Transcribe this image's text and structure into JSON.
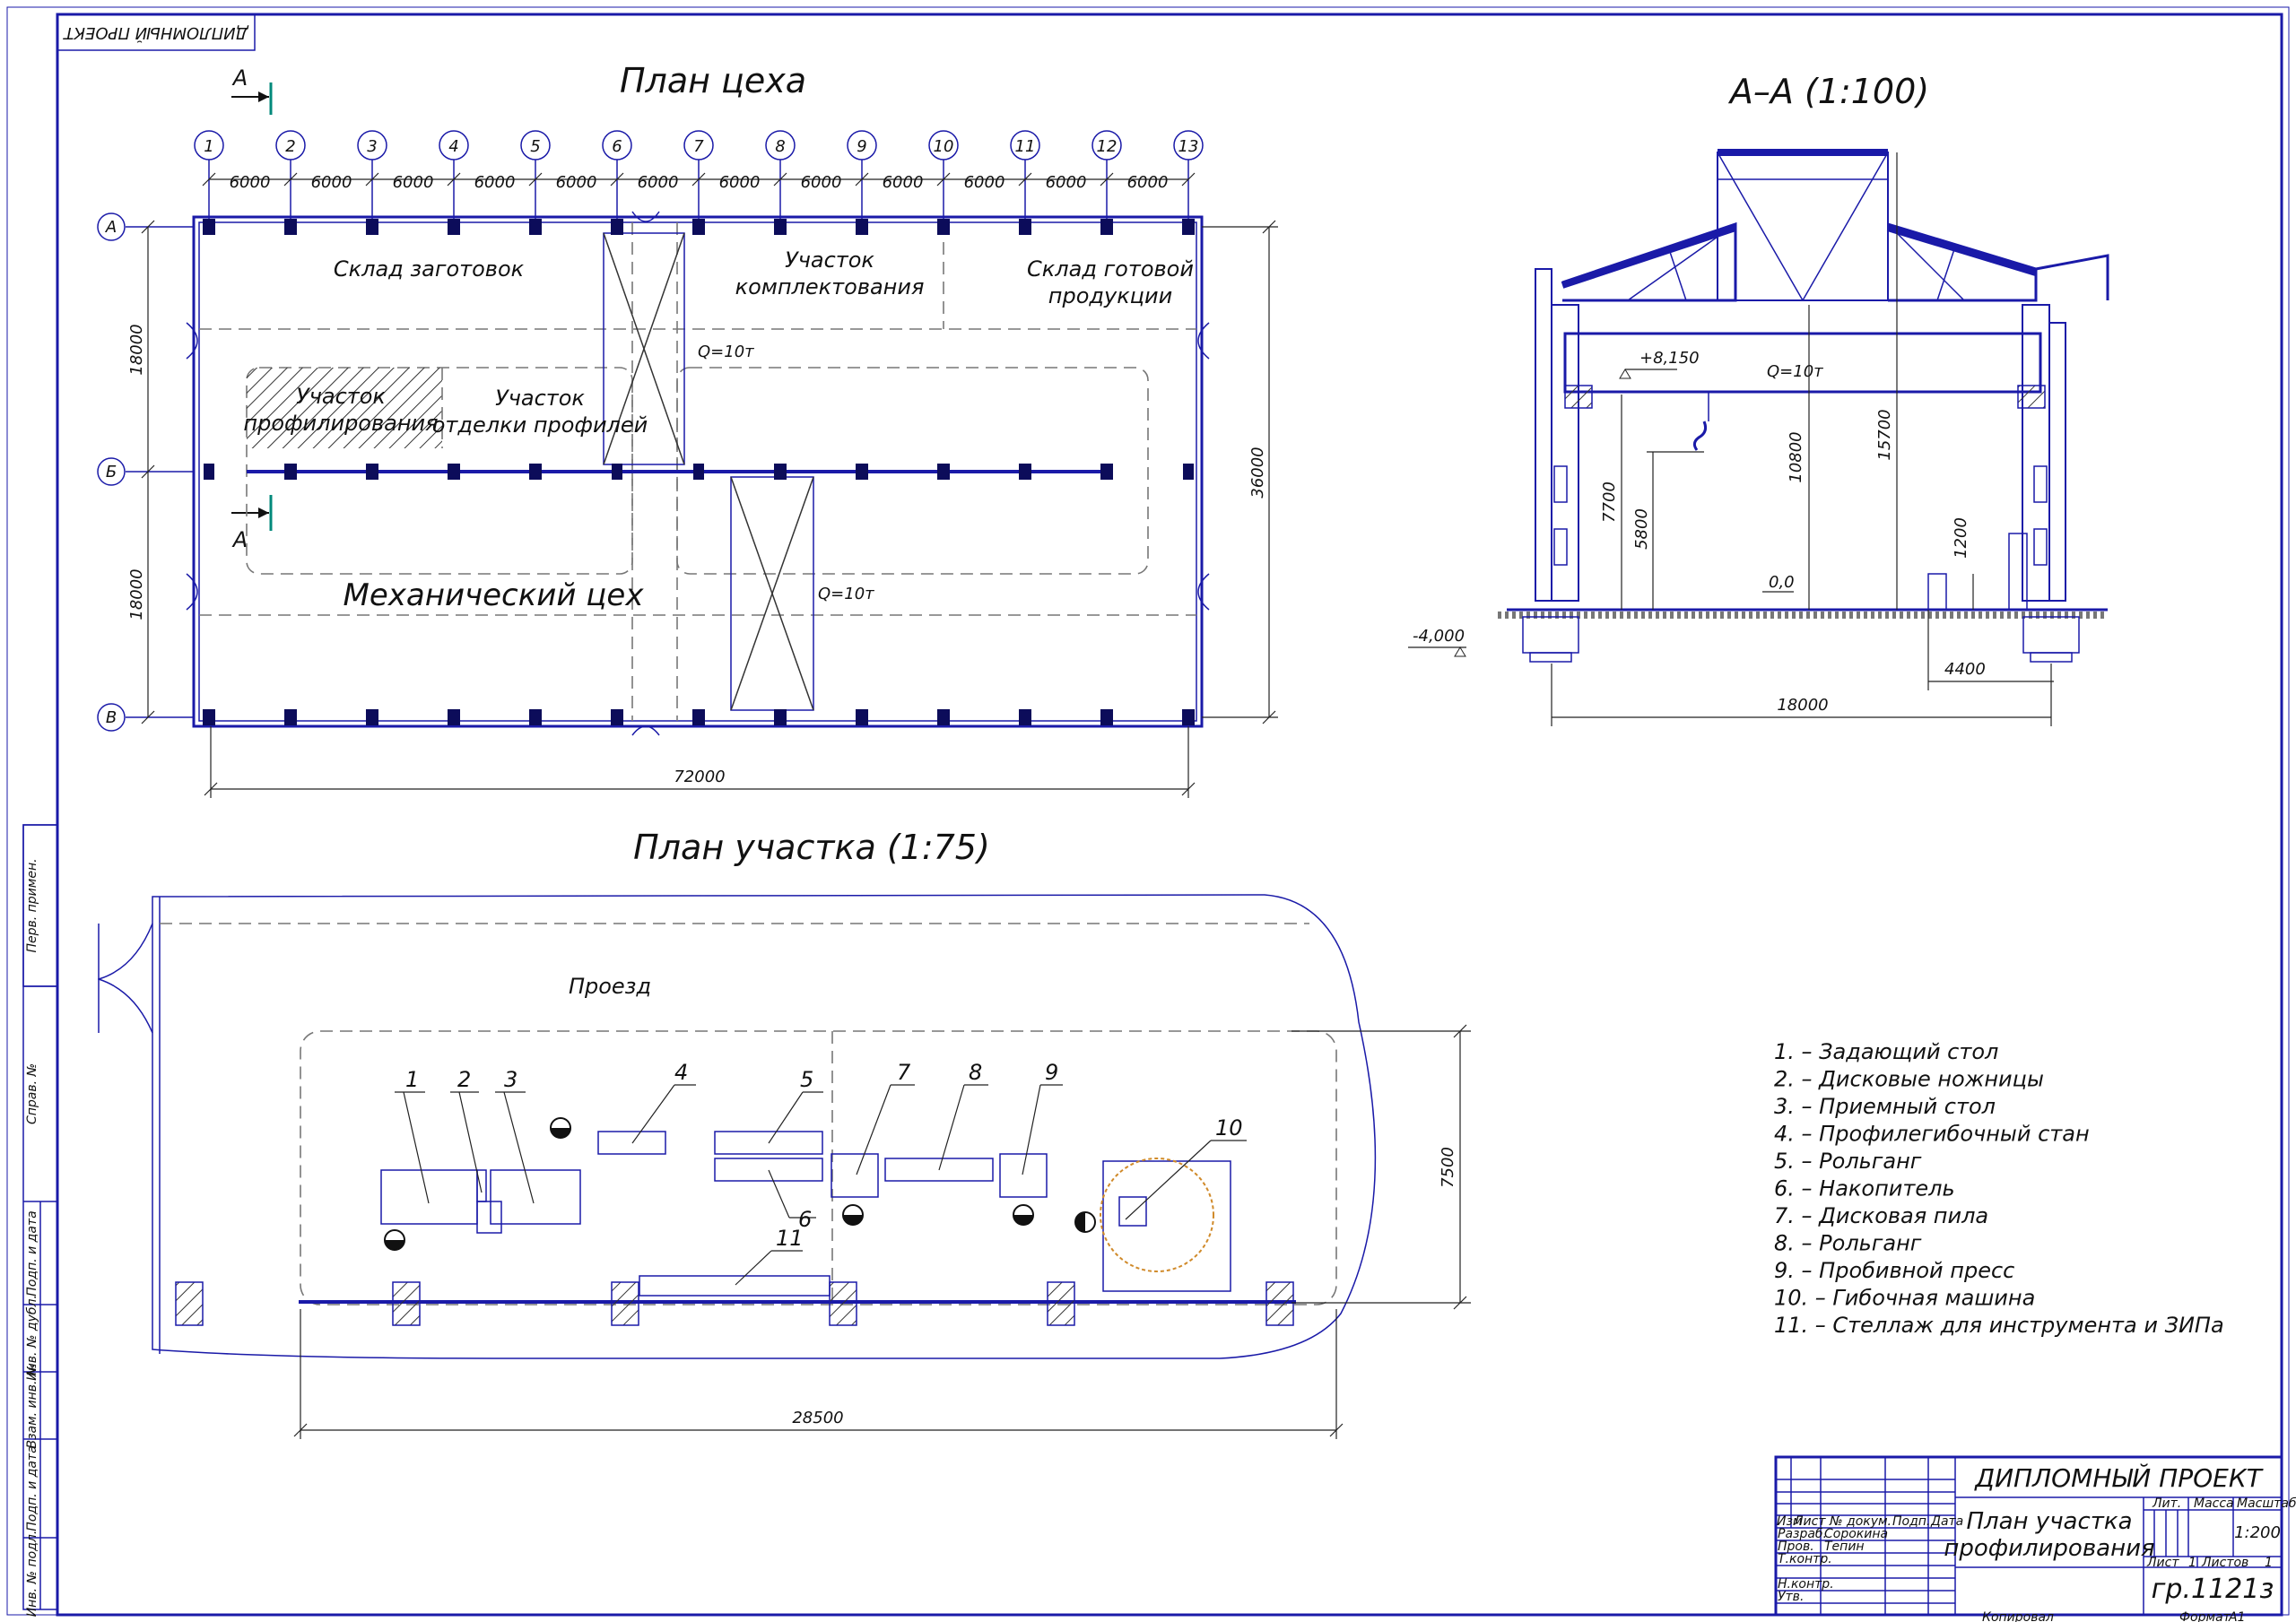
{
  "stamp_corner": "ДИПЛОМНЫЙ ПРОЕКТ",
  "plan": {
    "title": "План цеха",
    "section_marker": "А",
    "axes_x": [
      "1",
      "2",
      "3",
      "4",
      "5",
      "6",
      "7",
      "8",
      "9",
      "10",
      "11",
      "12",
      "13"
    ],
    "spans": [
      "6000",
      "6000",
      "6000",
      "6000",
      "6000",
      "6000",
      "6000",
      "6000",
      "6000",
      "6000",
      "6000",
      "6000"
    ],
    "axes_y": [
      "А",
      "Б",
      "В"
    ],
    "dim_left": [
      "18000",
      "18000"
    ],
    "dim_right": "36000",
    "dim_total": "72000",
    "crane_load": "Q=10т",
    "zones": {
      "blank_storage": "Склад заготовок",
      "assembly_1": "Участок",
      "assembly_2": "комплектования",
      "finished_1": "Склад готовой",
      "finished_2": "продукции",
      "profiling_1": "Участок",
      "profiling_2": "профилирования",
      "finishing_1": "Участок",
      "finishing_2": "отделки профилей",
      "mech_shop": "Механический цех"
    }
  },
  "section": {
    "title": "А–А (1:100)",
    "crane": "Q=10т",
    "mark_top": "+8,150",
    "mark_zero": "0,0",
    "mark_bottom": "-4,000",
    "dims": {
      "h7700": "7700",
      "h5800": "5800",
      "h10800": "10800",
      "h15700": "15700",
      "h1200": "1200",
      "w4400": "4400",
      "w18000": "18000"
    }
  },
  "site": {
    "title": "План участка (1:75)",
    "passage": "Проезд",
    "dim_height": "7500",
    "dim_width": "28500",
    "callouts": [
      "1",
      "2",
      "3",
      "4",
      "5",
      "6",
      "7",
      "8",
      "9",
      "10",
      "11"
    ]
  },
  "legend": [
    "1. – Задающий стол",
    "2. – Дисковые ножницы",
    "3. – Приемный стол",
    "4. – Профилегибочный стан",
    "5. – Рольганг",
    "6. – Накопитель",
    "7. – Дисковая пила",
    "8. – Рольганг",
    "9. – Пробивной пресс",
    "10. – Гибочная машина",
    "11. – Стеллаж для инструмента и ЗИПа"
  ],
  "side_strip": [
    "Перв. примен.",
    "Справ. №",
    "Подп. и дата",
    "Инв. № дубл.",
    "Взам. инв. №",
    "Подп. и дата",
    "Инв. № подл."
  ],
  "title_block": {
    "project": "ДИПЛОМНЫЙ ПРОЕКТ",
    "name_1": "План участка",
    "name_2": "профилирования",
    "head": [
      "Изм",
      "Лист",
      "№ докум.",
      "Подп.",
      "Дата"
    ],
    "roles": [
      "Разраб.",
      "Пров.",
      "Т.контр.",
      "Н.контр.",
      "Утв."
    ],
    "people": [
      "Сорокина",
      "Тепин"
    ],
    "lit": "Лит.",
    "mass": "Масса",
    "scale_h": "Масштаб",
    "scale": "1:200",
    "sheet": "Лист",
    "sheet_n": "1",
    "sheets": "Листов",
    "sheets_n": "1",
    "group": "гр.1121з",
    "copied": "Копировал",
    "format": "Формат",
    "format_v": "А1"
  }
}
